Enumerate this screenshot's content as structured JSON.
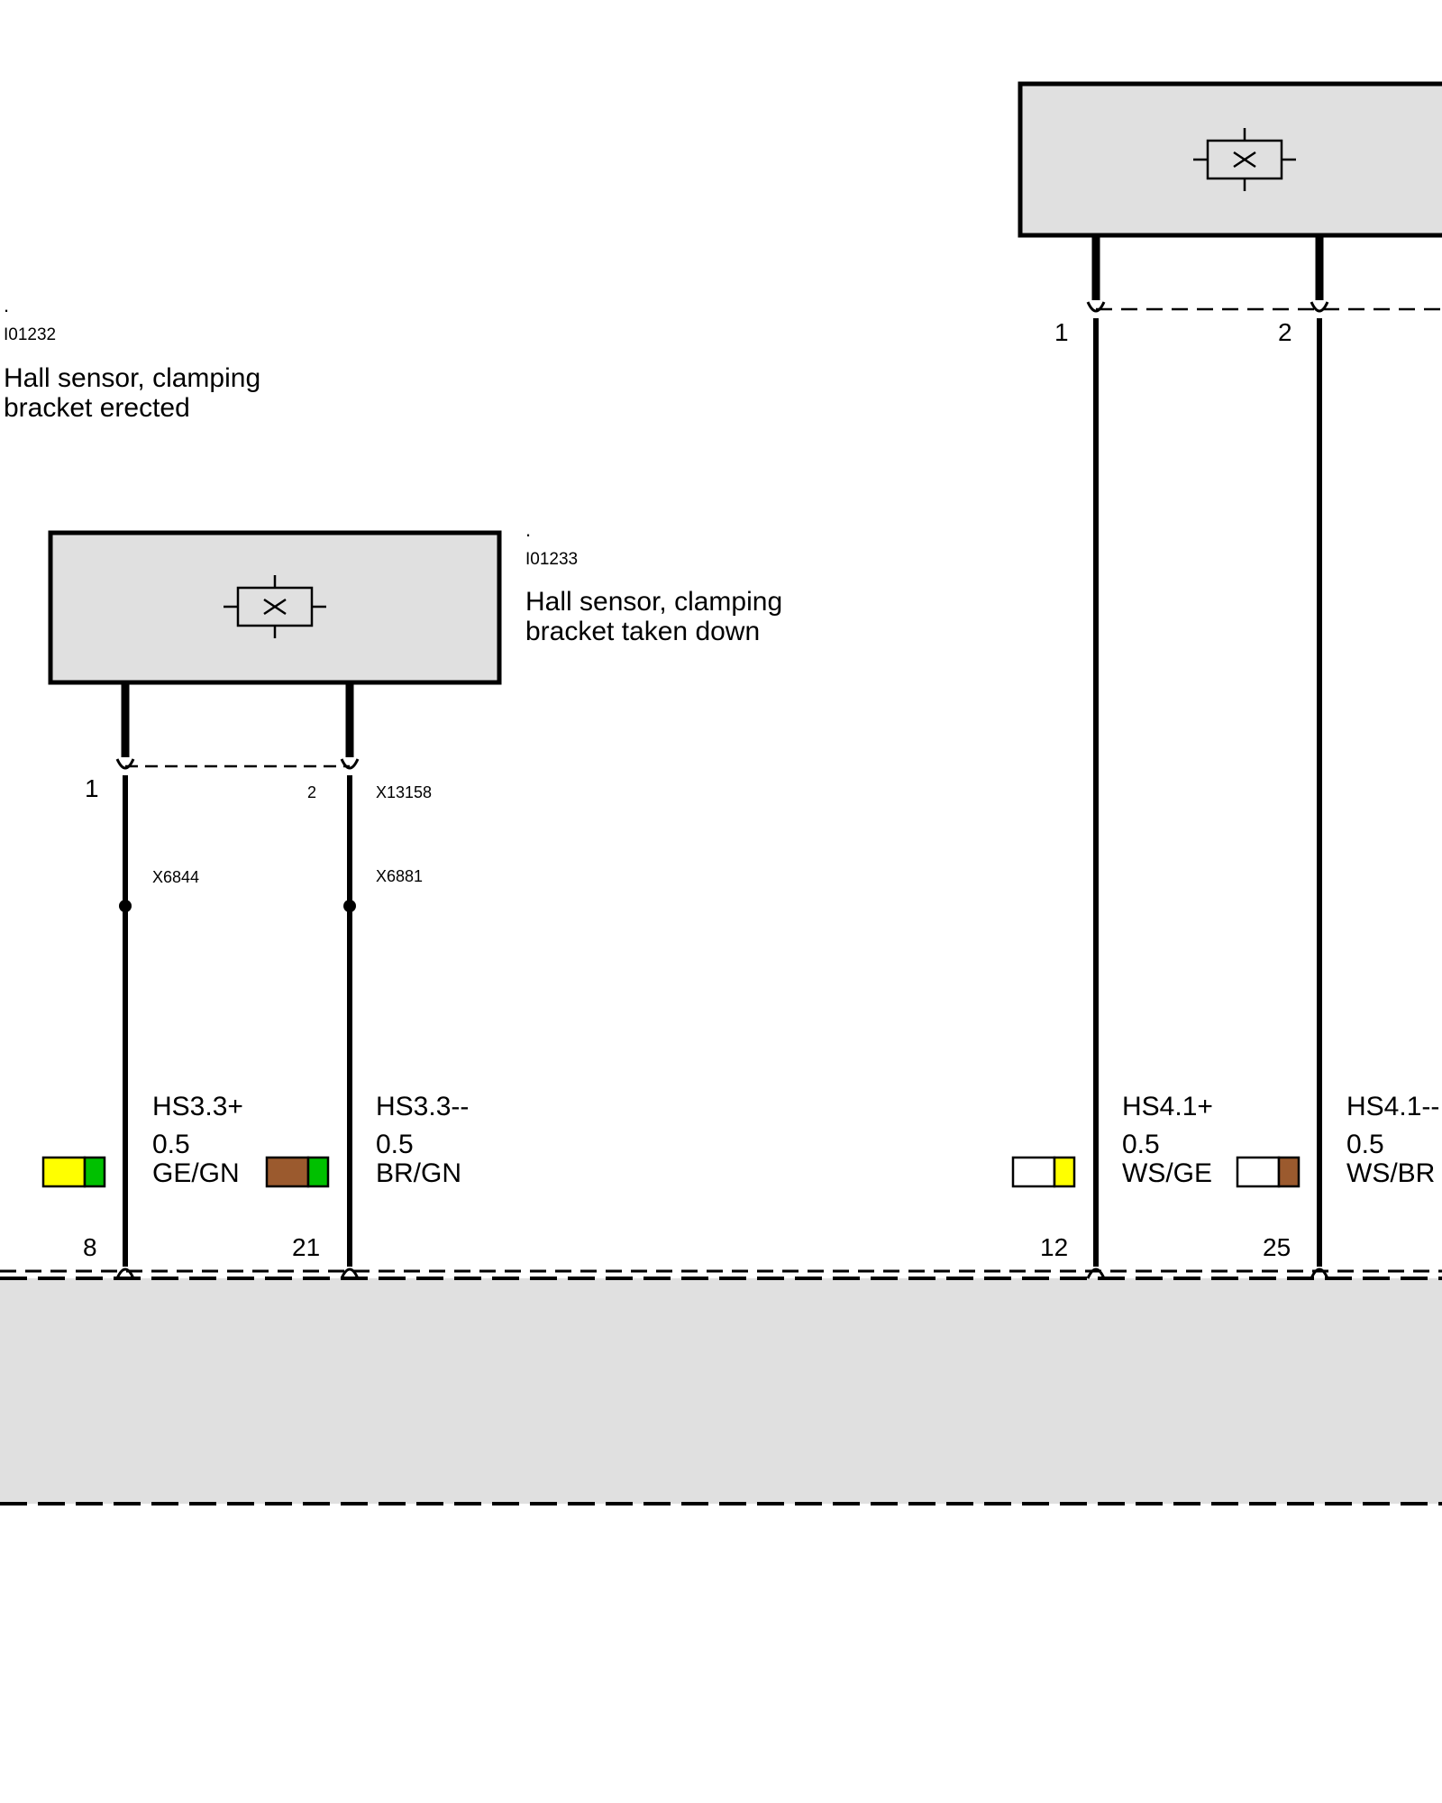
{
  "components": {
    "erected": {
      "dot": ".",
      "id": "I01232",
      "name_line1": "Hall sensor, clamping",
      "name_line2": "bracket erected"
    },
    "taken_down": {
      "dot": ".",
      "id": "I01233",
      "name_line1": "Hall sensor, clamping",
      "name_line2": "bracket taken down"
    }
  },
  "connectors": {
    "sensor_conn_id": "X13158",
    "splice_left": "X6844",
    "splice_right": "X6881"
  },
  "pins": {
    "sensor_down_pin1": "1",
    "sensor_down_pin2": "2",
    "sensor_up_pin1": "1",
    "sensor_up_pin2": "2",
    "ecu_pin_a": "8",
    "ecu_pin_b": "21",
    "ecu_pin_c": "12",
    "ecu_pin_d": "25"
  },
  "wires": [
    {
      "signal": "HS3.3+",
      "gauge": "0.5",
      "color_code": "GE/GN",
      "colors": [
        "#ffff00",
        "#00c000"
      ]
    },
    {
      "signal": "HS3.3--",
      "gauge": "0.5",
      "color_code": "BR/GN",
      "colors": [
        "#9b5a2e",
        "#00c000"
      ]
    },
    {
      "signal": "HS4.1+",
      "gauge": "0.5",
      "color_code": "WS/GE",
      "colors": [
        "#ffffff",
        "#ffff00"
      ]
    },
    {
      "signal": "HS4.1--",
      "gauge": "0.5",
      "color_code": "WS/BR",
      "colors": [
        "#ffffff",
        "#9b5a2e"
      ]
    }
  ],
  "colors": {
    "box_fill": "#e0e0e0",
    "line": "#000000"
  }
}
